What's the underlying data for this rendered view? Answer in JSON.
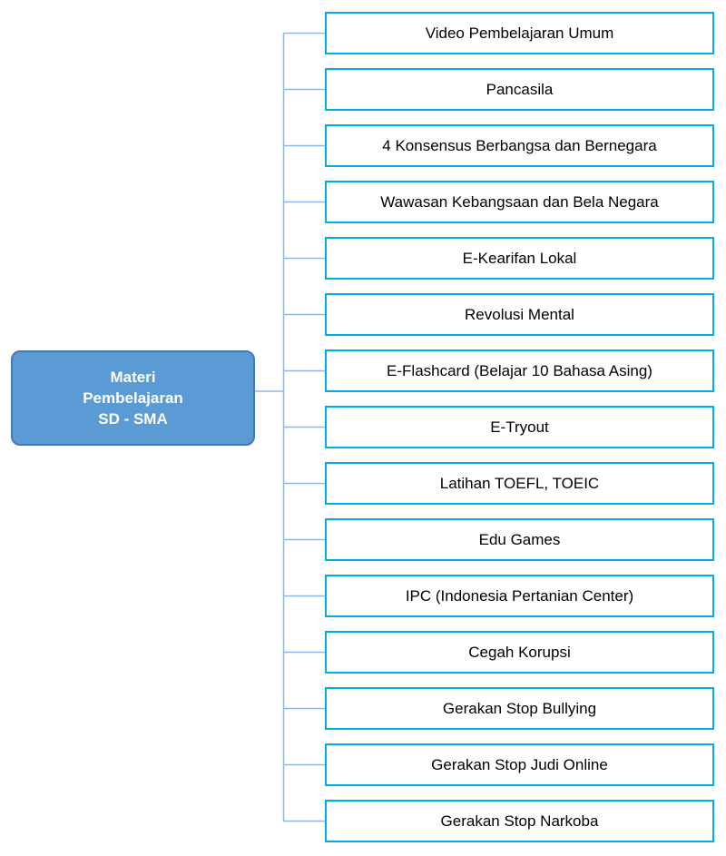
{
  "diagram": {
    "root": {
      "line1": "Materi",
      "line2": "Pembelajaran",
      "line3": "SD - SMA",
      "fill_color": "#5b9bd5",
      "border_color": "#4778b3",
      "text_color": "#ffffff"
    },
    "items": [
      "Video Pembelajaran Umum",
      "Pancasila",
      "4 Konsensus Berbangsa dan Bernegara",
      "Wawasan Kebangsaan dan Bela Negara",
      "E-Kearifan Lokal",
      "Revolusi Mental",
      "E-Flashcard (Belajar 10 Bahasa Asing)",
      "E-Tryout",
      "Latihan TOEFL, TOEIC",
      "Edu Games",
      "IPC (Indonesia Pertanian Center)",
      "Cegah Korupsi",
      "Gerakan Stop Bullying",
      "Gerakan Stop Judi Online",
      "Gerakan Stop Narkoba"
    ],
    "item_border_color": "#00aeef",
    "item_text_color": "#000000",
    "connector_color": "#8fb6e2",
    "background_color": "#ffffff"
  }
}
